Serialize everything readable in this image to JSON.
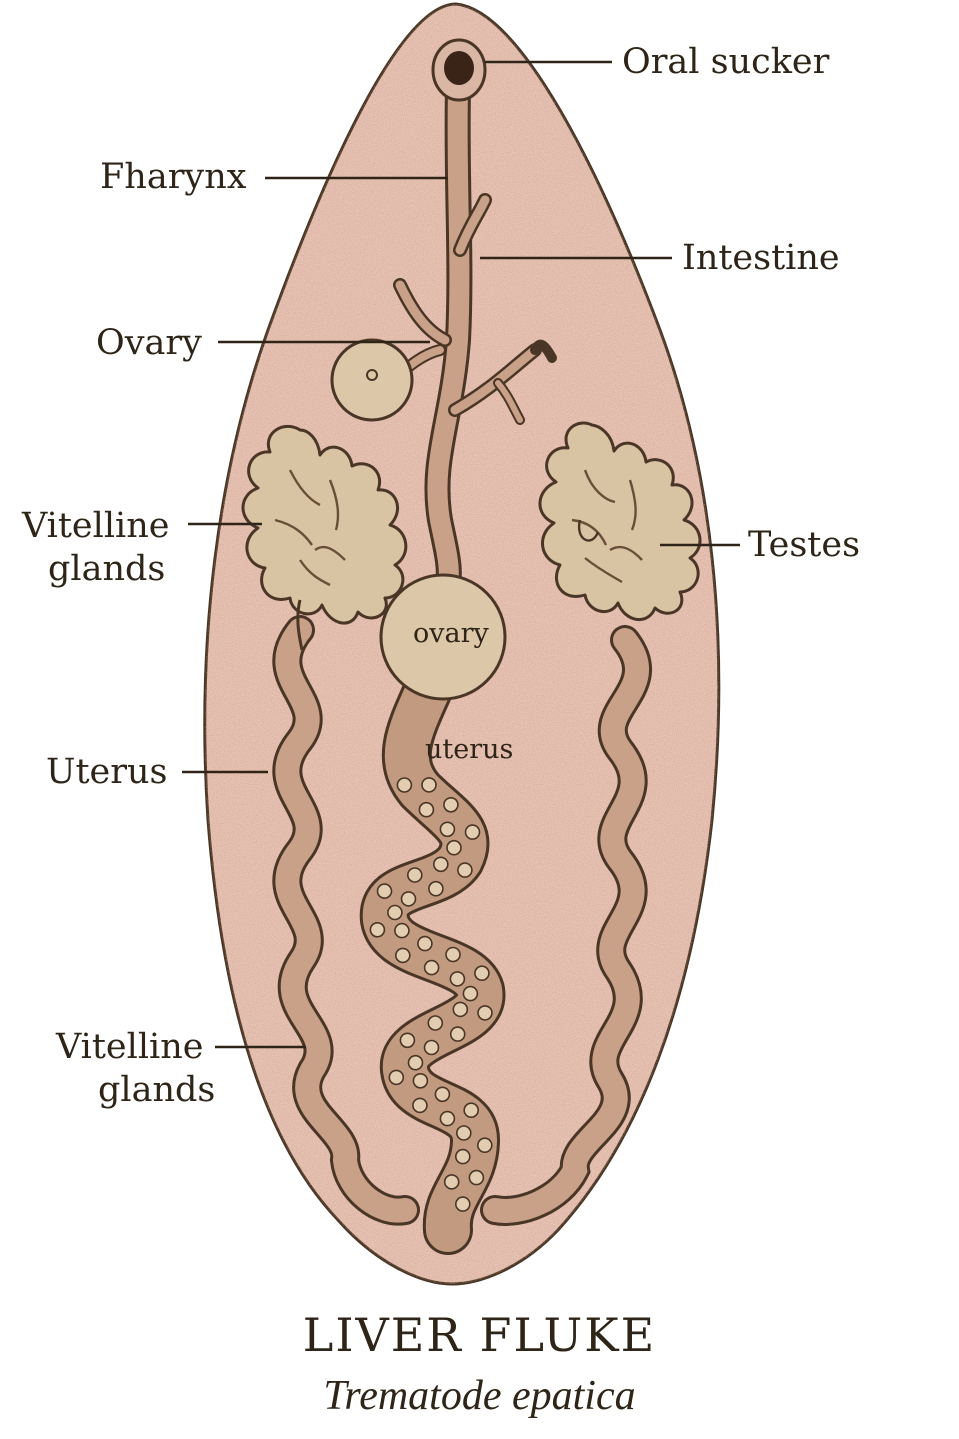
{
  "title": "LIVER FLUKE",
  "subtitle": "Trematode epatica",
  "labels": {
    "oral_sucker": "Oral sucker",
    "fharynx": "Fharynx",
    "intestine": "Intestine",
    "ovary": "Ovary",
    "vitelline_glands_upper_1": "Vitelline",
    "vitelline_glands_upper_2": "glands",
    "testes": "Testes",
    "uterus": "Uterus",
    "vitelline_glands_lower_1": "Vitelline",
    "vitelline_glands_lower_2": "glands"
  },
  "inner_labels": {
    "ovary": "ovary",
    "uterus": "uterus"
  },
  "colors": {
    "body_fill": "#e8c2b2",
    "outline": "#4a3626",
    "duct_fill": "#c9a188",
    "gland_fill": "#d8c3a3",
    "text": "#2e2417"
  }
}
